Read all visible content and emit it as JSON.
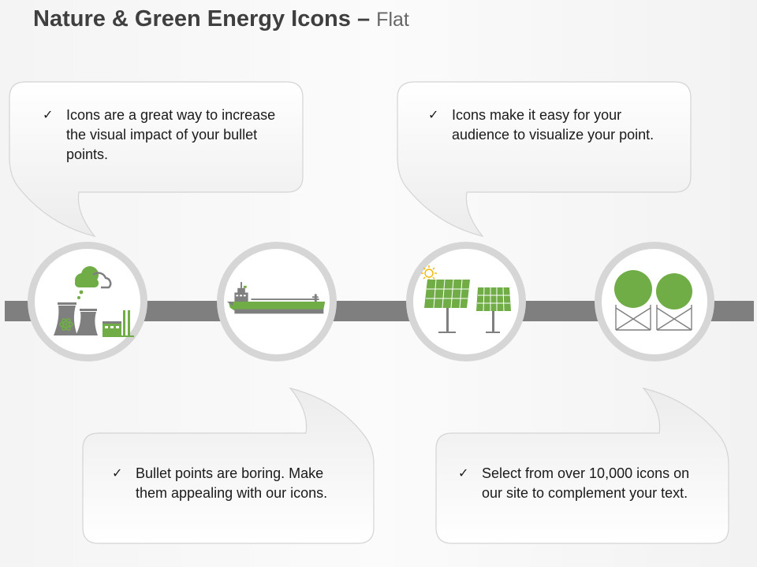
{
  "header": {
    "title": "Nature & Green Energy Icons",
    "dash": "–",
    "subtitle": "Flat"
  },
  "colors": {
    "green": "#70ad47",
    "gray_icon": "#7f7f7f",
    "connector": "#7f7f7f",
    "circle_ring": "#d6d6d6"
  },
  "callouts": [
    {
      "check": "✓",
      "text": "Icons are a great way to increase the visual impact of your bullet points."
    },
    {
      "check": "✓",
      "text": "Icons make it easy for your audience to visualize your point."
    },
    {
      "check": "✓",
      "text": "Bullet points are boring. Make them appealing with our icons."
    },
    {
      "check": "✓",
      "text": "Select from over 10,000 icons on our site to complement your text."
    }
  ],
  "icons": [
    {
      "name": "nuclear-power-plant-icon"
    },
    {
      "name": "cargo-ship-icon"
    },
    {
      "name": "solar-panels-icon"
    },
    {
      "name": "gas-storage-tanks-icon"
    }
  ]
}
